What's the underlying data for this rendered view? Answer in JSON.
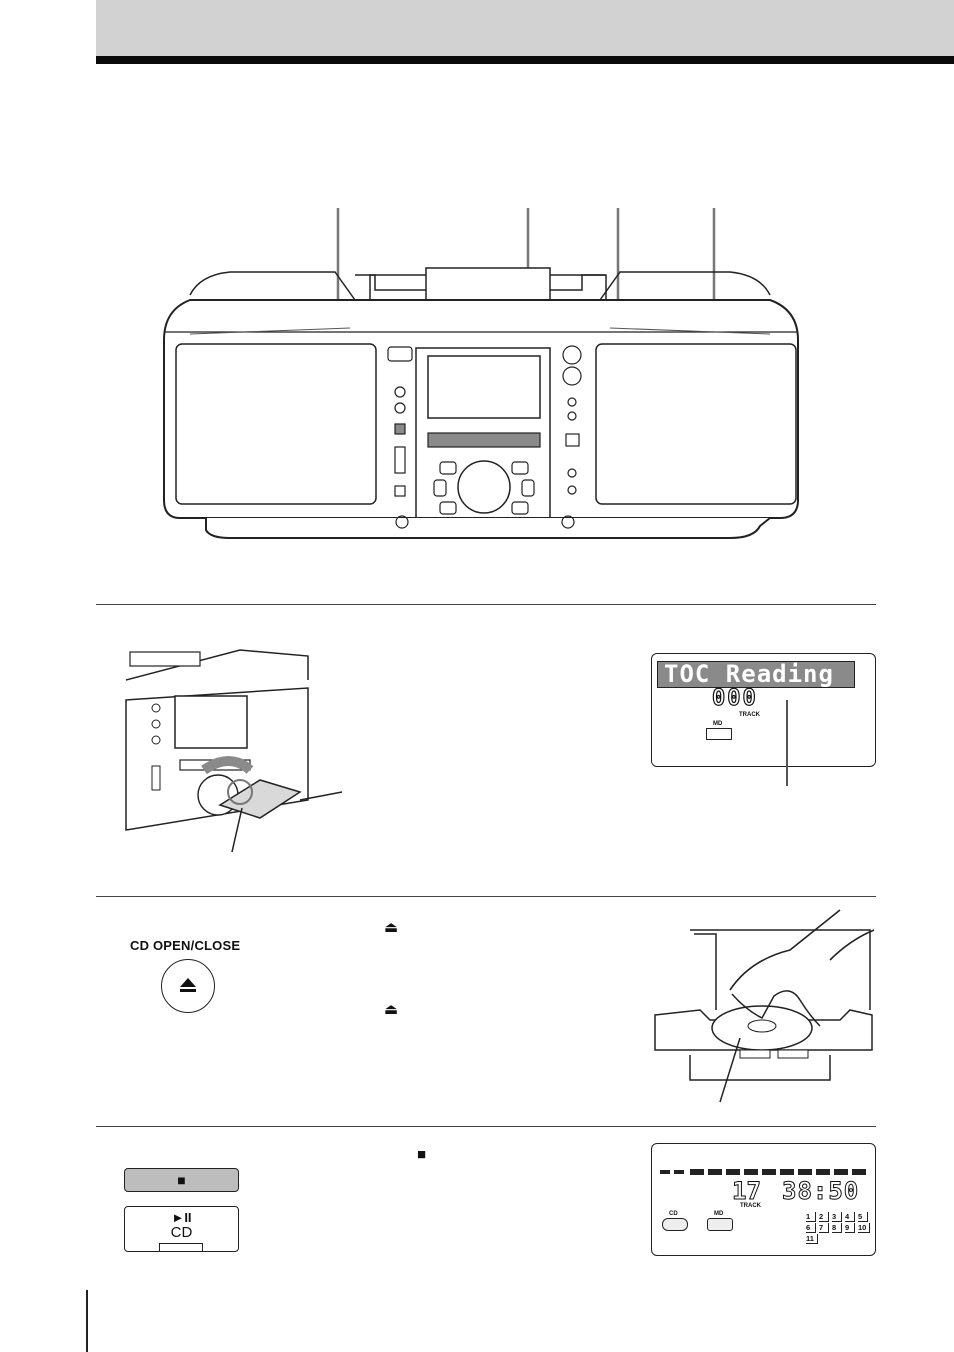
{
  "figures": {
    "boombox": {
      "icon": "boombox-front-illustration"
    },
    "md_insert": {
      "icon": "md-insertion-illustration"
    },
    "cd_loading": {
      "icon": "cd-loading-illustration"
    }
  },
  "lcd_toc": {
    "message": "TOC Reading",
    "digits": "000",
    "track_caption": "TRACK",
    "md_caption": "MD"
  },
  "cd_open_close": {
    "label": "CD OPEN/CLOSE",
    "eject_icon": "eject-icon"
  },
  "instructions": {
    "eject_glyph_1": "⏏",
    "eject_glyph_2": "⏏",
    "stop_glyph": "■"
  },
  "stop_button": {
    "glyph": "■"
  },
  "play_button": {
    "glyph": "►II",
    "label": "CD"
  },
  "lcd_cd": {
    "track_number": "17",
    "time": "38:50",
    "track_caption": "TRACK",
    "cd_caption": "CD",
    "md_caption": "MD",
    "tracks_row1": [
      "1",
      "2",
      "3",
      "4",
      "5"
    ],
    "tracks_row2": [
      "6",
      "7",
      "8",
      "9",
      "10"
    ],
    "tracks_row3": [
      "11"
    ]
  },
  "colors": {
    "header_band": "#d2d2d2",
    "rule": "#0a0a0a",
    "highlight": "#8a8a8a"
  }
}
